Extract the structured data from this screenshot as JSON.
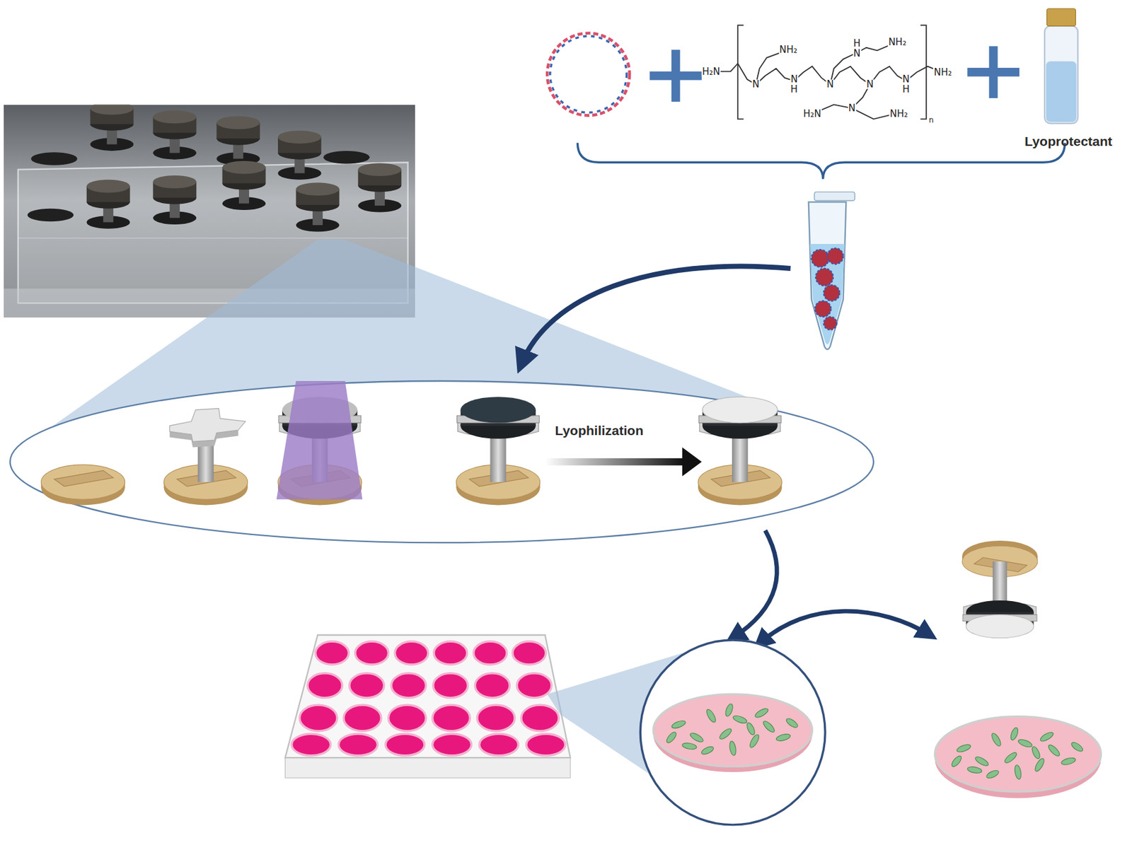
{
  "diagram": {
    "labels": [
      "NH₂",
      "H",
      "N",
      "NH₂",
      "H₂N",
      "NH₂",
      "N",
      "N",
      "H",
      "N",
      "N",
      "N",
      "H",
      "N",
      "H₂N",
      "NH₂",
      "n",
      "Lyoprotectant",
      "Lyophilization"
    ]
  }
}
